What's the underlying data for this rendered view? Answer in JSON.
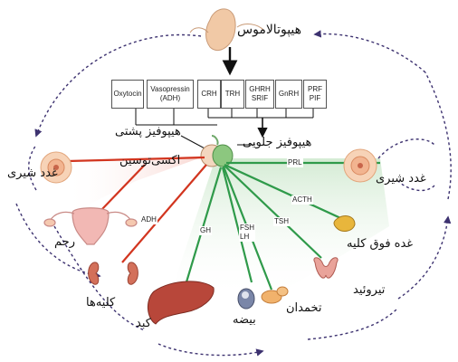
{
  "labels": {
    "hypothalamus": "هیپوتالاموس",
    "posterior_pituitary": "هیپوفیز پشتی",
    "anterior_pituitary": "هیپوفیز جلویی",
    "oxytocin": "اکسی‌توسین",
    "mammary_left": "غدد شیری",
    "mammary_right": "غدد شیری",
    "uterus": "رحم",
    "kidneys": "کلیه‌ها",
    "liver": "کبد",
    "testis": "بیضه",
    "ovary": "تخمدان",
    "thyroid": "تیروئید",
    "adrenal": "غده فوق کلیه"
  },
  "hormone_boxes": [
    {
      "id": "oxytocin",
      "text": "Oxytocin"
    },
    {
      "id": "vasopressin",
      "text": "Vasopressin\n(ADH)"
    },
    {
      "id": "crh",
      "text": "CRH"
    },
    {
      "id": "trh",
      "text": "TRH"
    },
    {
      "id": "ghrh",
      "text": "GHRH\nSRIF"
    },
    {
      "id": "gnrh",
      "text": "GnRH"
    },
    {
      "id": "prf",
      "text": "PRF\nPIF"
    }
  ],
  "hormone_lines": {
    "adh": "ADH",
    "gh": "GH",
    "fsh": "FSH\nLH",
    "tsh": "TSH",
    "acth": "ACTH",
    "prl": "PRL"
  },
  "colors": {
    "green": "#2f9a4a",
    "red": "#d2351f",
    "dashed": "#3d3270",
    "skin": "#f1c9a6"
  }
}
